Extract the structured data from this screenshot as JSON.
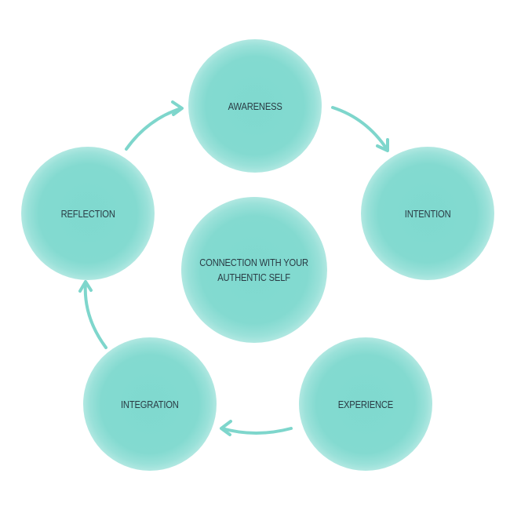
{
  "diagram": {
    "title": "Connection cycle",
    "center": {
      "line1": "CONNECTION WITH YOUR",
      "line2": "AUTHENTIC SELF"
    },
    "stages": {
      "awareness": "AWARENESS",
      "intention": "INTENTION",
      "experience": "EXPERIENCE",
      "integration": "INTEGRATION",
      "reflection": "REFLECTION"
    },
    "colors": {
      "circle_fill": "#7fd9cf",
      "arrow": "#7ed6cc",
      "text": "#2a3b44"
    }
  }
}
